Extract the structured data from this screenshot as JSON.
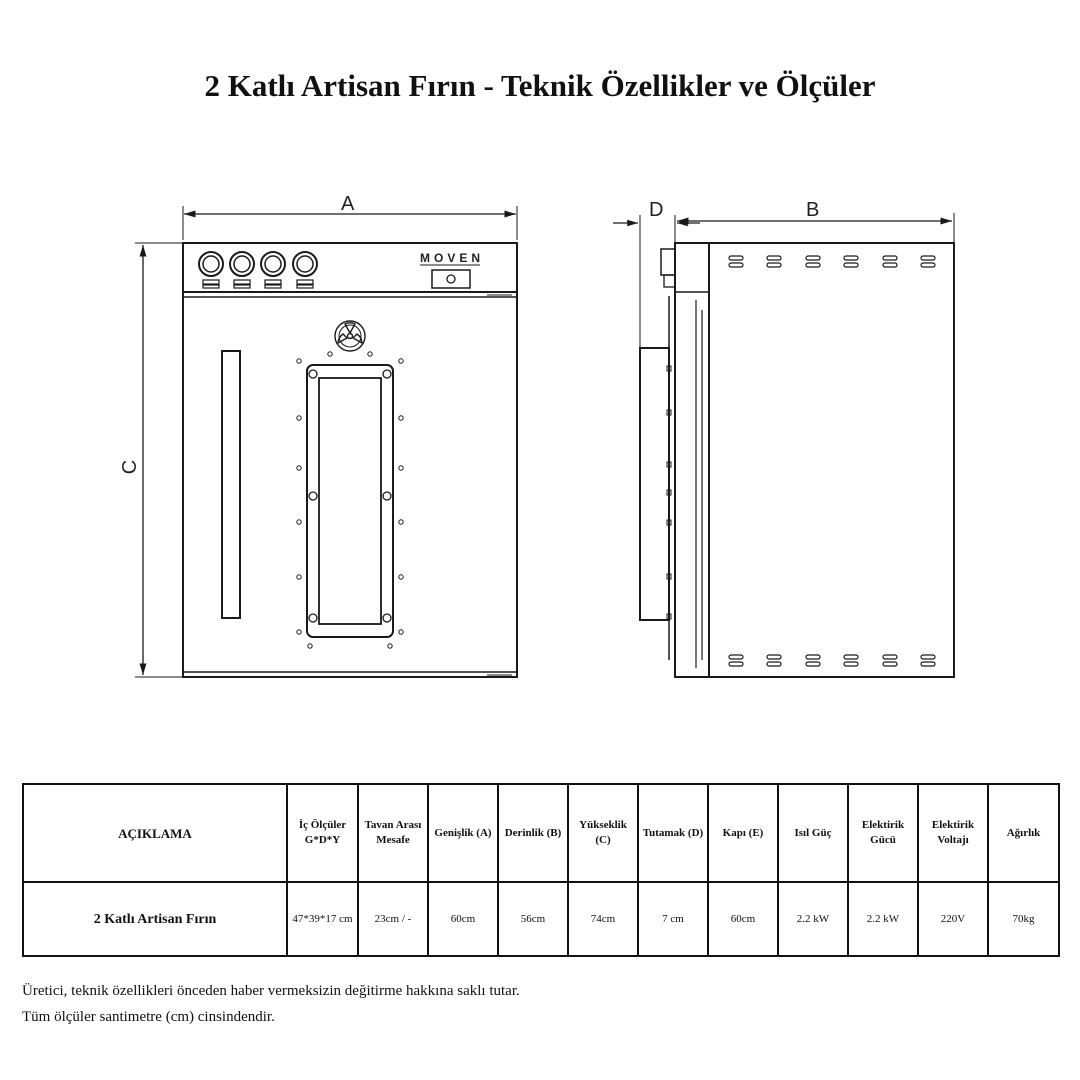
{
  "title": "2 Katlı Artisan Fırın - Teknik Özellikler ve Ölçüler",
  "drawing": {
    "label_a": "A",
    "label_b": "B",
    "label_c": "C",
    "label_d": "D",
    "brand": "MOVEN",
    "logo_icon": "radiation-emblem-icon",
    "stroke_color": "#1a1a1a"
  },
  "table": {
    "headers": [
      "AÇIKLAMA",
      "İç Ölçüler G*D*Y",
      "Tavan Arası Mesafe",
      "Genişlik (A)",
      "Derinlik (B)",
      "Yükseklik (C)",
      "Tutamak (D)",
      "Kapı (E)",
      "Isıl Güç",
      "Elektirik Gücü",
      "Elektirik Voltajı",
      "Ağırlık"
    ],
    "row": [
      "2 Katlı Artisan Fırın",
      "47*39*17 cm",
      "23cm / -",
      "60cm",
      "56cm",
      "74cm",
      "7 cm",
      "60cm",
      "2.2 kW",
      "2.2 kW",
      "220V",
      "70kg"
    ]
  },
  "footnotes": [
    "Üretici, teknik özellikleri önceden haber vermeksizin değitirme hakkına saklı tutar.",
    "Tüm ölçüler santimetre (cm) cinsindendir."
  ]
}
